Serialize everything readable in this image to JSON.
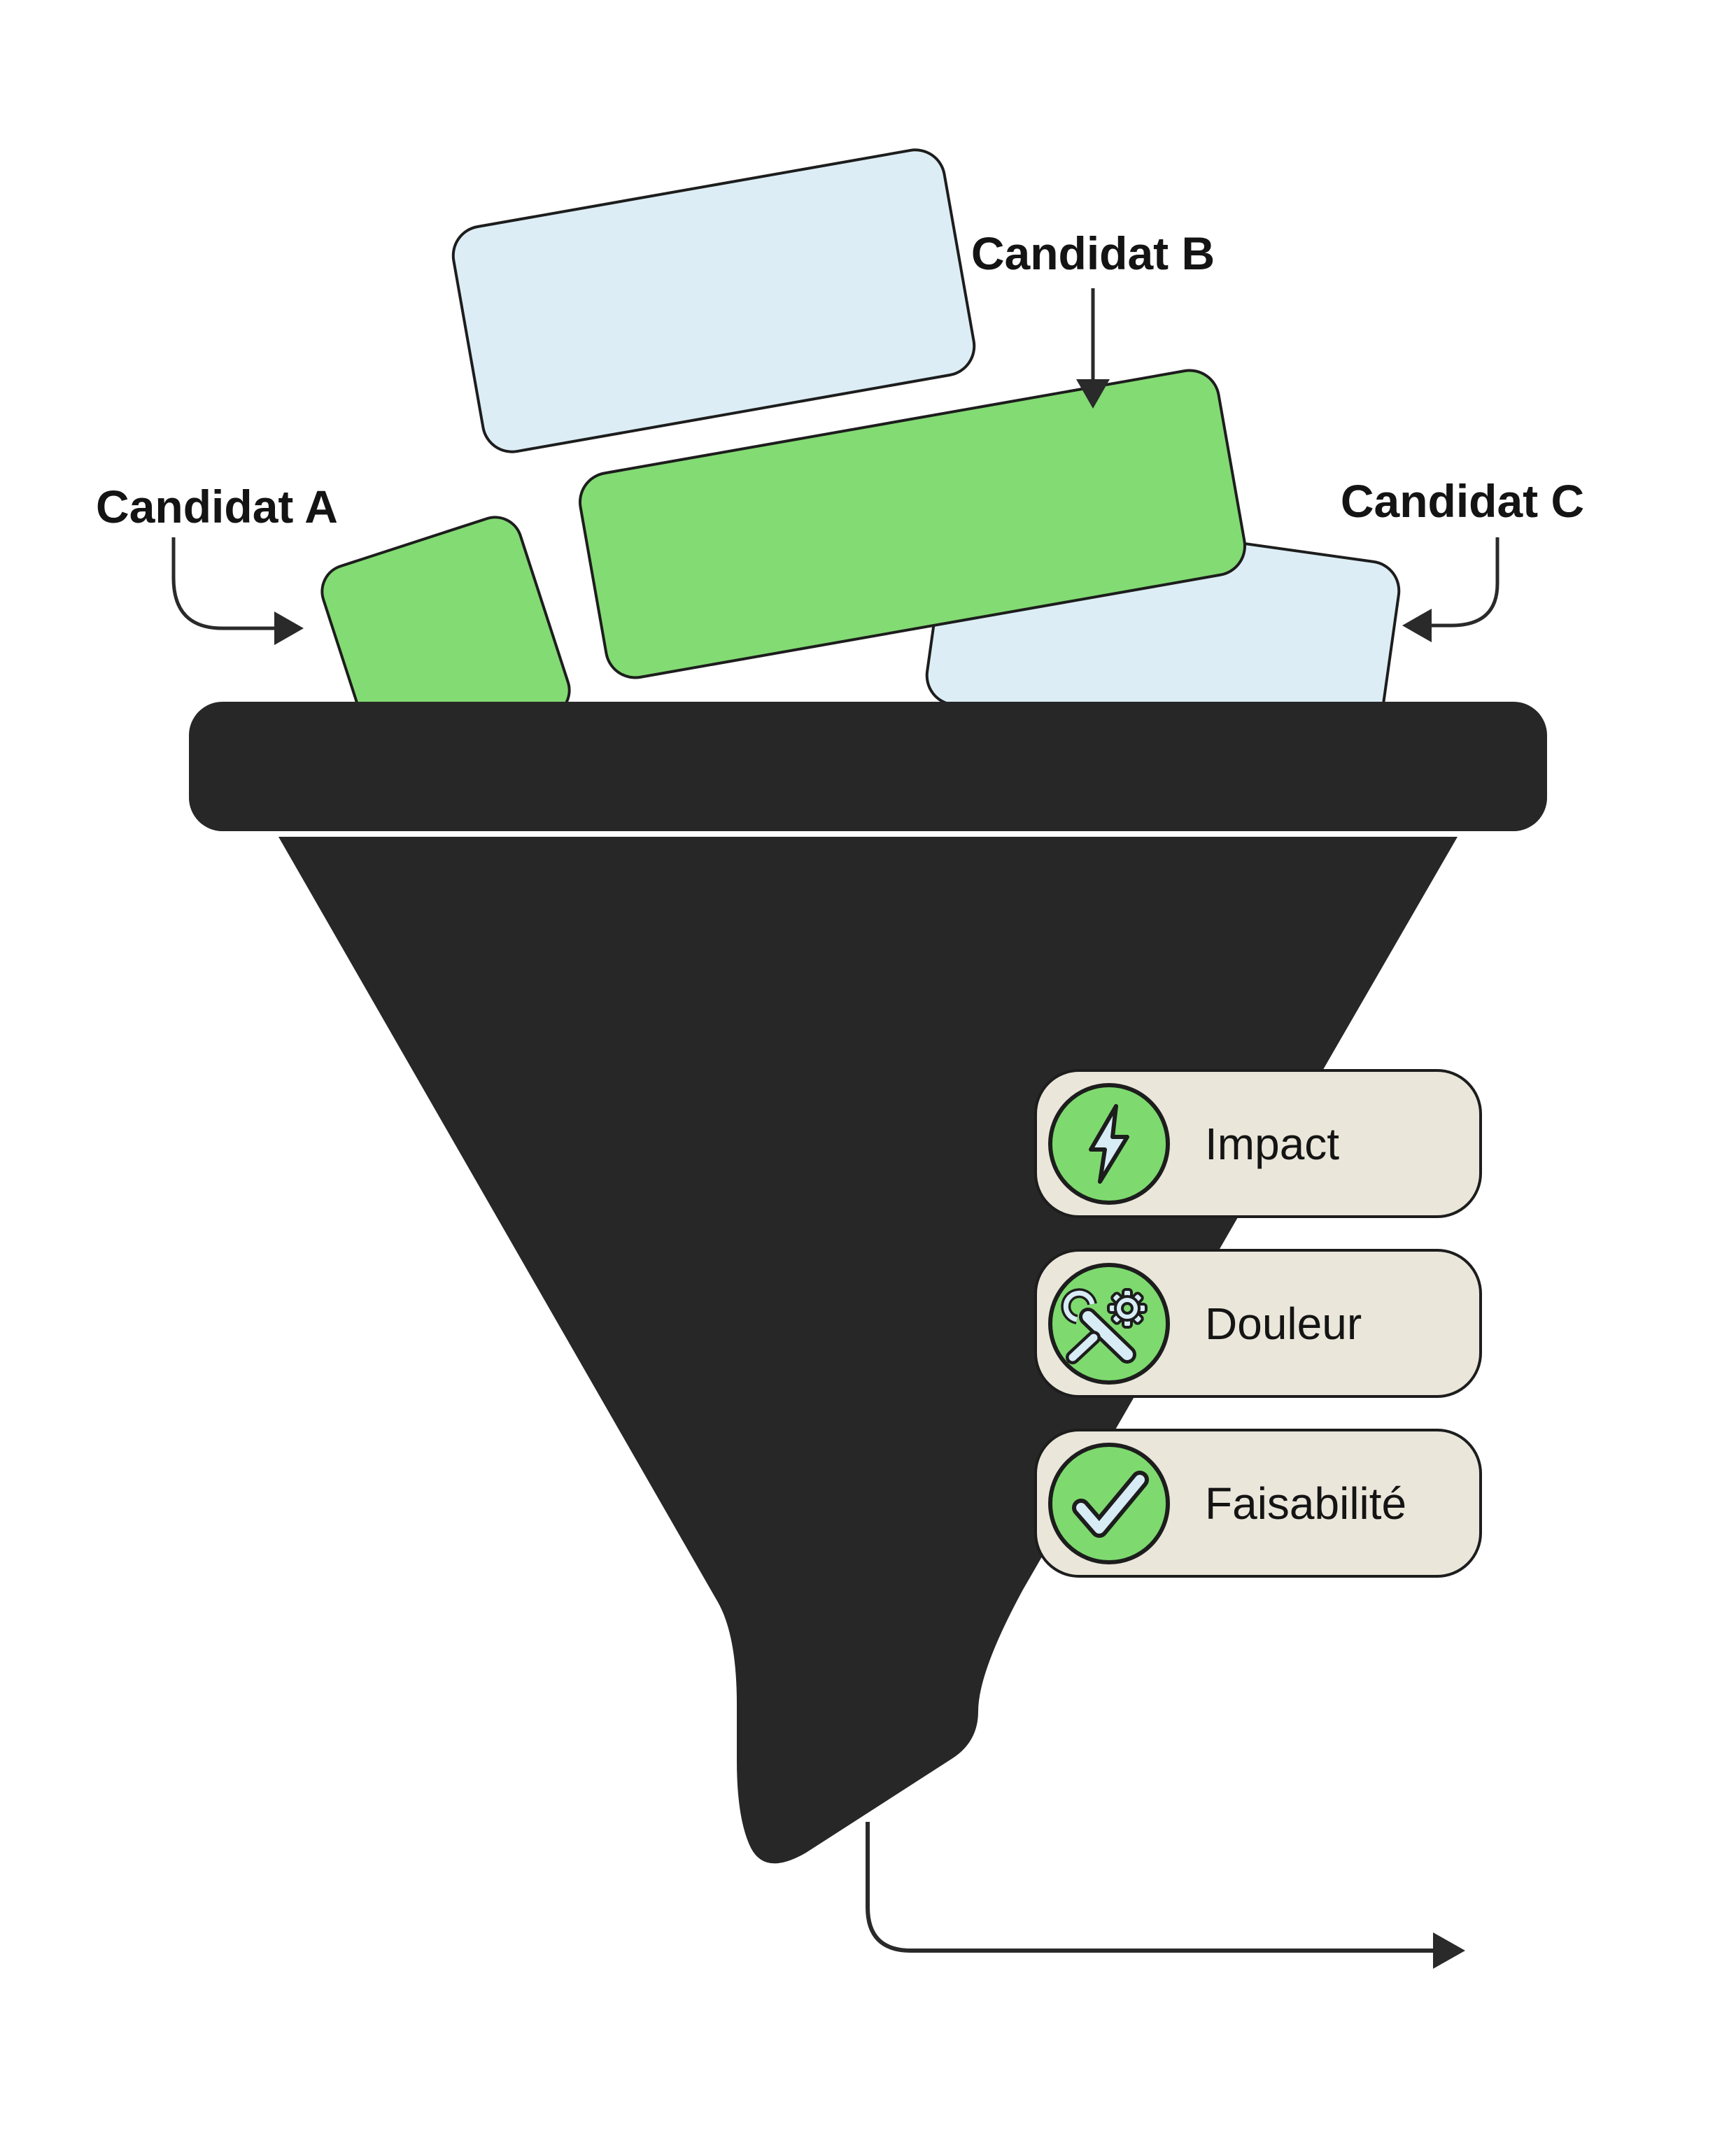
{
  "diagram": {
    "type": "funnel-prioritization",
    "candidates": {
      "a": {
        "label": "Candidat A"
      },
      "b": {
        "label": "Candidat B"
      },
      "c": {
        "label": "Candidat C"
      }
    },
    "criteria": [
      {
        "label": "Impact",
        "icon": "lightning-icon"
      },
      {
        "label": "Douleur",
        "icon": "wrench-gear-icon"
      },
      {
        "label": "Faisabilité",
        "icon": "check-icon"
      }
    ],
    "colors": {
      "background": "#FFFFFF",
      "funnel_dark": "#272727",
      "candidate_green": "#83DB73",
      "candidate_blue": "#DCEDF5",
      "badge_background": "#EAE6DA",
      "badge_icon_green": "#7EDA6F",
      "icon_glyph_blue": "#D8ECF6",
      "outline_dark": "#1D1D1D",
      "arrow_dark": "#2A2A2A",
      "text_dark": "#141414"
    }
  }
}
